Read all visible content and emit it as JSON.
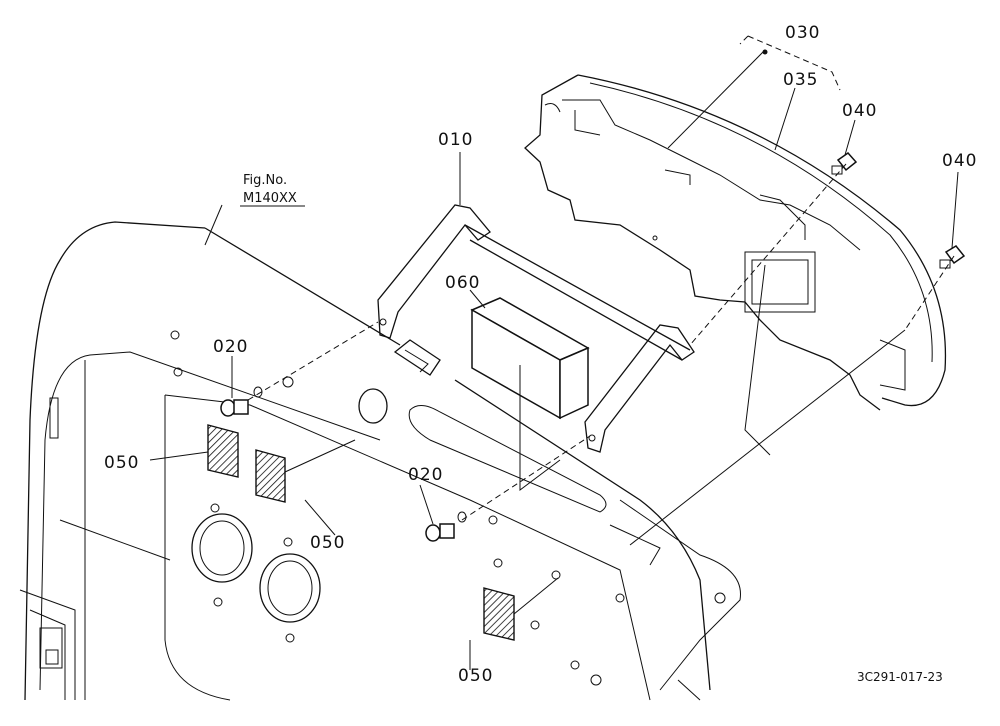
{
  "figure_ref": {
    "line1": "Fig.No.",
    "line2": "M140XX"
  },
  "drawing_id": "3C291-017-23",
  "callouts": {
    "p010": "010",
    "p020a": "020",
    "p020b": "020",
    "p030": "030",
    "p035": "035",
    "p040a": "040",
    "p040b": "040",
    "p050a": "050",
    "p050b": "050",
    "p050c": "050",
    "p060": "060"
  }
}
